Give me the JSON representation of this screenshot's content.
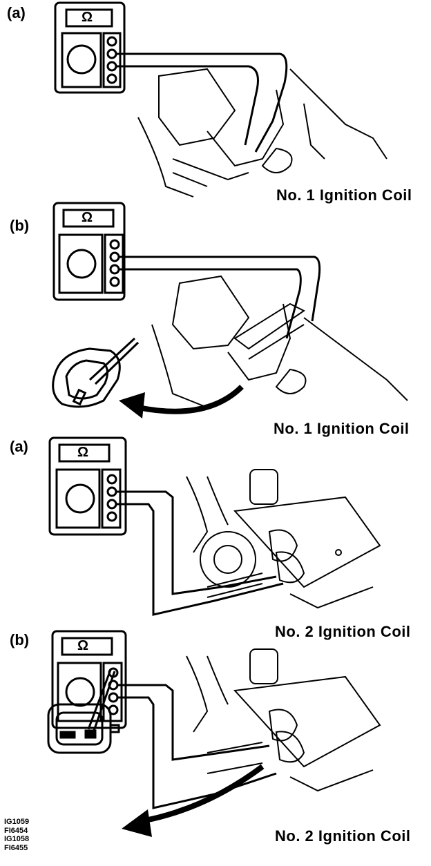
{
  "panels": [
    {
      "label": "(a)",
      "caption": "No. 1 Ignition Coil",
      "meter_symbol": "Ω"
    },
    {
      "label": "(b)",
      "caption": "No. 1 Ignition Coil",
      "meter_symbol": "Ω"
    },
    {
      "label": "(a)",
      "caption": "No. 2 Ignition Coil",
      "meter_symbol": "Ω"
    },
    {
      "label": "(b)",
      "caption": "No. 2 Ignition Coil",
      "meter_symbol": "Ω"
    }
  ],
  "figure_codes": [
    "IG1059",
    "FI6454",
    "IG1058",
    "FI6455"
  ]
}
